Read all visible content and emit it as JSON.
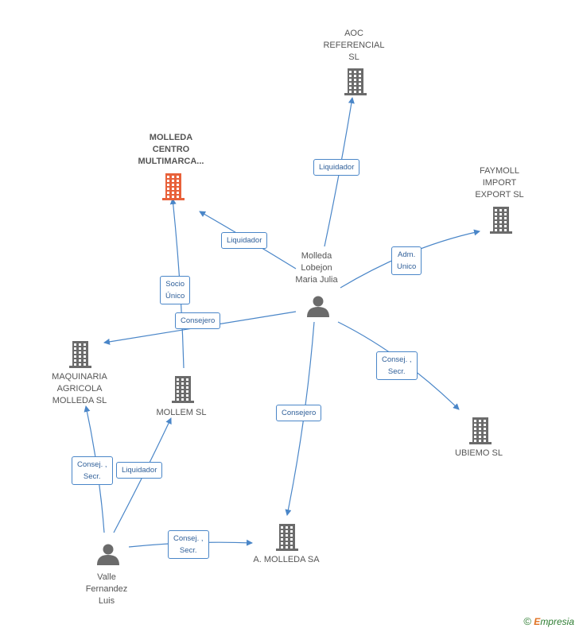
{
  "colors": {
    "edge": "#4a86c8",
    "building": "#6b6b6b",
    "building_main": "#e8613a",
    "person": "#6b6b6b"
  },
  "nodes": {
    "molleda_centro": {
      "label": "MOLLEDA\nCENTRO\nMULTIMARCA...",
      "icon": "building-icon",
      "main": true
    },
    "aoc": {
      "label": "AOC\nREFERENCIAL\nSL",
      "icon": "building-icon"
    },
    "faymoll": {
      "label": "FAYMOLL\nIMPORT\nEXPORT SL",
      "icon": "building-icon"
    },
    "maquinaria": {
      "label": "MAQUINARIA\nAGRICOLA\nMOLLEDA SL",
      "icon": "building-icon"
    },
    "mollem": {
      "label": "MOLLEM SL",
      "icon": "building-icon"
    },
    "ubiemo": {
      "label": "UBIEMO  SL",
      "icon": "building-icon"
    },
    "amolleda": {
      "label": "A.  MOLLEDA SA",
      "icon": "building-icon"
    },
    "maria": {
      "label": "Molleda\nLobejon\nMaria Julia",
      "icon": "person-icon"
    },
    "valle": {
      "label": "Valle\nFernandez\nLuis",
      "icon": "person-icon"
    }
  },
  "edges": {
    "maria_aoc": "Liquidador",
    "maria_faymoll": "Adm.\nUnico",
    "maria_molleda": "Liquidador",
    "maria_maquinaria": "Consejero",
    "maria_ubiemo": "Consej. ,\nSecr.",
    "maria_amolleda": "Consejero",
    "mollem_molleda": "Socio\nÚnico",
    "valle_maquinaria": "Consej. ,\nSecr.",
    "valle_mollem": "Liquidador",
    "valle_amolleda": "Consej. ,\nSecr."
  },
  "footer": {
    "copyright": "©",
    "brand_e": "E",
    "brand_rest": "mpresia"
  }
}
